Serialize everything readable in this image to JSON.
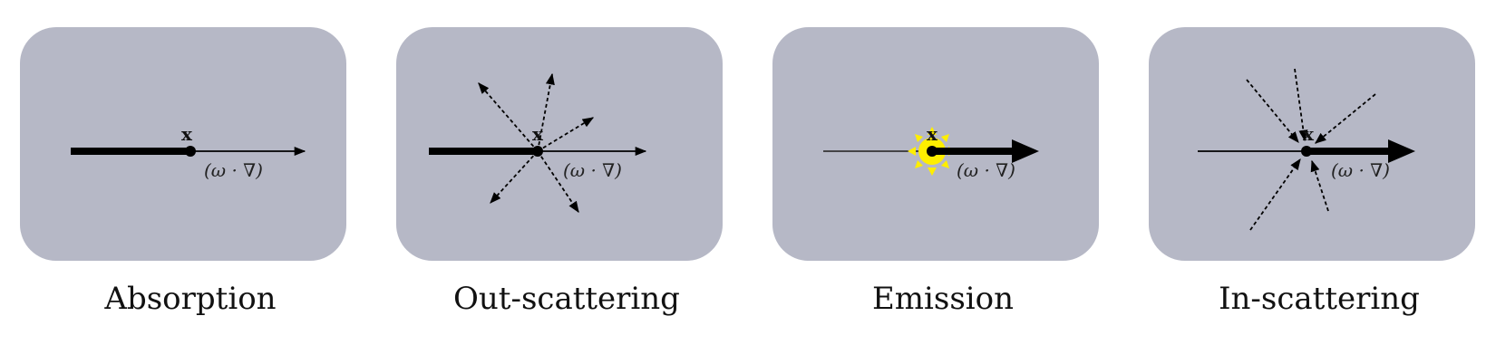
{
  "panels": [
    {
      "caption": "Absorption",
      "point_label": "x",
      "operator_label": "(ω · ∇)"
    },
    {
      "caption": "Out-scattering",
      "point_label": "x",
      "operator_label": "(ω · ∇)"
    },
    {
      "caption": "Emission",
      "point_label": "x",
      "operator_label": "(ω · ∇)"
    },
    {
      "caption": "In-scattering",
      "point_label": "x",
      "operator_label": "(ω · ∇)"
    }
  ],
  "colors": {
    "panel_background": "#b6b8c6",
    "ink": "#000000",
    "emitter": "#ffee00"
  }
}
